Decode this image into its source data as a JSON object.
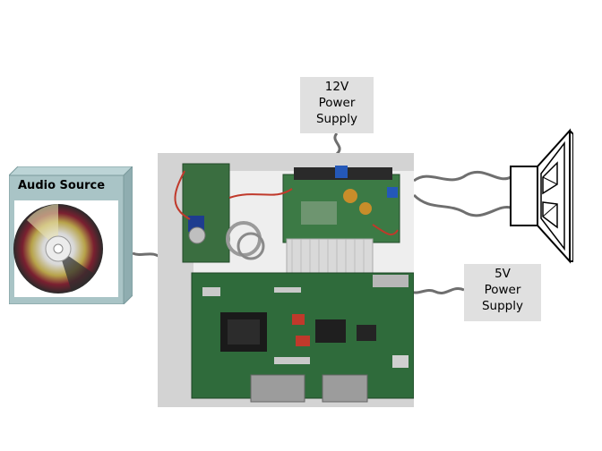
{
  "audio_source": {
    "label": "Audio Source",
    "icon": "cd-disc-icon"
  },
  "power_supply_12v": {
    "line1": "12V",
    "line2": "Power",
    "line3": "Supply"
  },
  "power_supply_5v": {
    "line1": "5V",
    "line2": "Power",
    "line3": "Supply"
  },
  "colors": {
    "label_bg": "#e0e0e0",
    "audio_box_face": "#a9c4c6",
    "audio_box_side": "#8fadb0",
    "wire": "#6f6f6f",
    "pcb_green": "#2f6b3b"
  }
}
